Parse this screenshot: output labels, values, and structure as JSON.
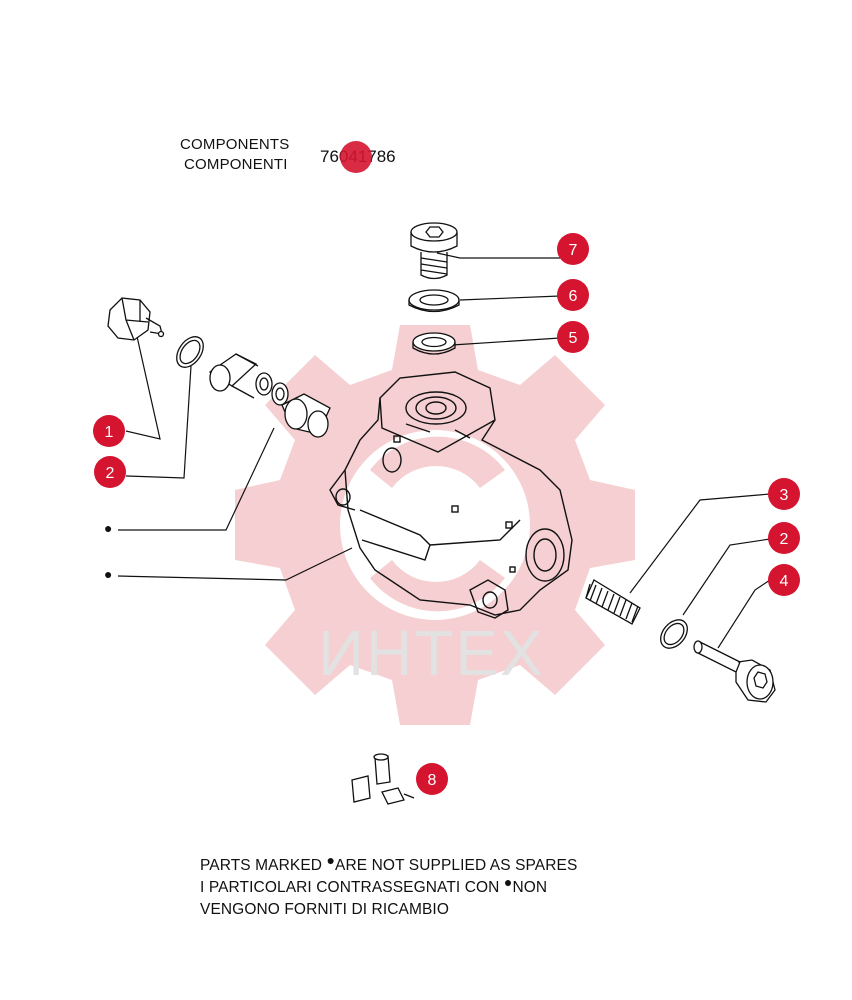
{
  "header": {
    "label_en": "COMPONENTS",
    "label_it": "COMPONENTI",
    "part_number": "76041786"
  },
  "watermark": {
    "text": "ИНТЕХ",
    "color": "#e2e2e2",
    "gear_color": "#f3c7c9"
  },
  "callouts": [
    {
      "number": "1",
      "part": "plug"
    },
    {
      "number": "2",
      "part": "o-ring"
    },
    {
      "number": "2",
      "part": "o-ring"
    },
    {
      "number": "3",
      "part": "spring"
    },
    {
      "number": "4",
      "part": "valve-stem"
    },
    {
      "number": "5",
      "part": "washer"
    },
    {
      "number": "6",
      "part": "washer"
    },
    {
      "number": "7",
      "part": "bolt"
    },
    {
      "number": "8",
      "part": "kit"
    }
  ],
  "callout_color": "#d5142f",
  "bullet": "●",
  "notes": {
    "line1_before": "PARTS MARKED ",
    "line1_after": "ARE NOT SUPPLIED AS SPARES",
    "line2_before": "I  PARTICOLARI  CONTRASSEGNATI  CON  ",
    "line2_after": "NON",
    "line3": "VENGONO FORNITI DI RICAMBIO"
  }
}
